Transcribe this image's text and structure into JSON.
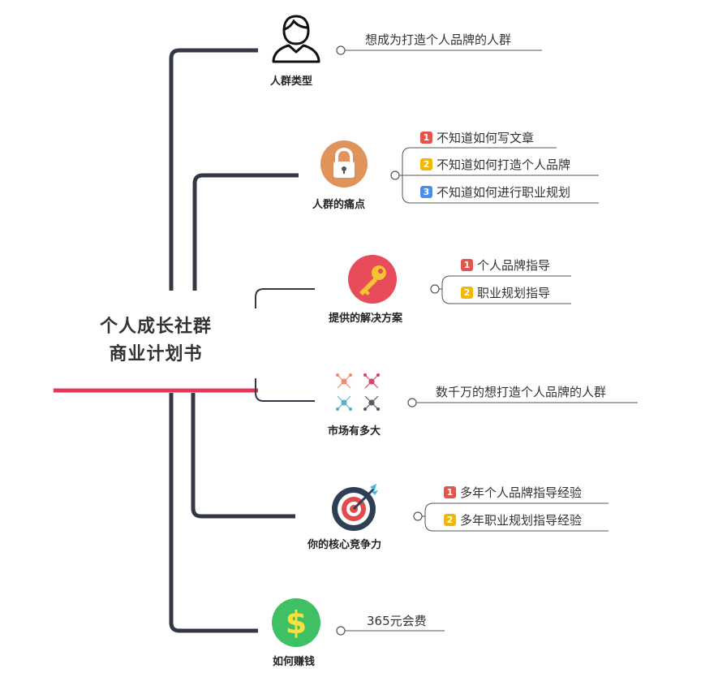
{
  "root": {
    "line1": "个人成长社群",
    "line2": "商业计划书"
  },
  "colors": {
    "badge1": "#e5534b",
    "badge2": "#f5b700",
    "badge3": "#4a8ee8",
    "main_line": "#e8385a",
    "branch": "#333844"
  },
  "topics": [
    {
      "label": "人群类型",
      "icon": "user-icon",
      "leaves": [
        {
          "text": "想成为打造个人品牌的人群"
        }
      ]
    },
    {
      "label": "人群的痛点",
      "icon": "lock-icon",
      "leaves": [
        {
          "badge": "1",
          "text": "不知道如何写文章"
        },
        {
          "badge": "2",
          "text": "不知道如何打造个人品牌"
        },
        {
          "badge": "3",
          "text": "不知道如何进行职业规划"
        }
      ]
    },
    {
      "label": "提供的解决方案",
      "icon": "key-icon",
      "leaves": [
        {
          "badge": "1",
          "text": "个人品牌指导"
        },
        {
          "badge": "2",
          "text": "职业规划指导"
        }
      ]
    },
    {
      "label": "市场有多大",
      "icon": "network-icon",
      "leaves": [
        {
          "text": "数千万的想打造个人品牌的人群"
        }
      ]
    },
    {
      "label": "你的核心竞争力",
      "icon": "target-icon",
      "leaves": [
        {
          "badge": "1",
          "text": "多年个人品牌指导经验"
        },
        {
          "badge": "2",
          "text": "多年职业规划指导经验"
        }
      ]
    },
    {
      "label": "如何赚钱",
      "icon": "dollar-icon",
      "leaves": [
        {
          "text": "365元会费"
        }
      ]
    }
  ]
}
